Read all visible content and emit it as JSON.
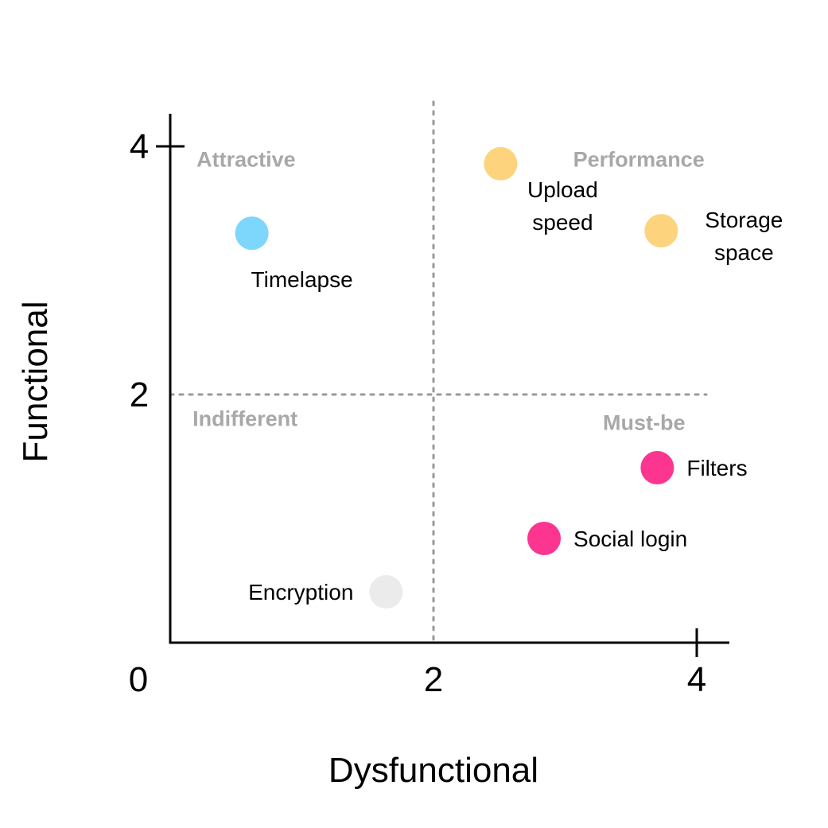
{
  "chart_data": {
    "type": "scatter",
    "xlabel": "Dysfunctional",
    "ylabel": "Functional",
    "xlim": [
      0,
      4.2
    ],
    "ylim": [
      0,
      4.3
    ],
    "x_ticks": [
      {
        "value": 0,
        "label": "0"
      },
      {
        "value": 2,
        "label": "2"
      },
      {
        "value": 4,
        "label": "4"
      }
    ],
    "y_ticks": [
      {
        "value": 2,
        "label": "2"
      },
      {
        "value": 4,
        "label": "4"
      }
    ],
    "dividers": {
      "x": 2,
      "y": 2
    },
    "grid": false,
    "quadrants": [
      {
        "label": "Attractive",
        "x": 0.2,
        "y": 3.9,
        "anchor": "start"
      },
      {
        "label": "Performance",
        "x": 3.56,
        "y": 3.9,
        "anchor": "middle"
      },
      {
        "label": "Indifferent",
        "x": 0.17,
        "y": 1.81,
        "anchor": "start"
      },
      {
        "label": "Must-be",
        "x": 3.6,
        "y": 1.78,
        "anchor": "middle"
      }
    ],
    "points": [
      {
        "label": [
          "Timelapse"
        ],
        "x": 0.62,
        "y": 3.3,
        "color": "#7dd6fb",
        "label_pos": "below"
      },
      {
        "label": [
          "Upload",
          "speed"
        ],
        "x": 2.51,
        "y": 3.86,
        "color": "#fdd37d",
        "label_pos": "below-right"
      },
      {
        "label": [
          "Storage",
          "space"
        ],
        "x": 3.73,
        "y": 3.32,
        "color": "#fdd37d",
        "label_pos": "right"
      },
      {
        "label": [
          "Filters"
        ],
        "x": 3.7,
        "y": 1.41,
        "color": "#fb3590",
        "label_pos": "right"
      },
      {
        "label": [
          "Social login"
        ],
        "x": 2.84,
        "y": 0.84,
        "color": "#fb3590",
        "label_pos": "right"
      },
      {
        "label": [
          "Encryption"
        ],
        "x": 1.64,
        "y": 0.41,
        "color": "#ebebeb",
        "label_pos": "left"
      }
    ]
  }
}
